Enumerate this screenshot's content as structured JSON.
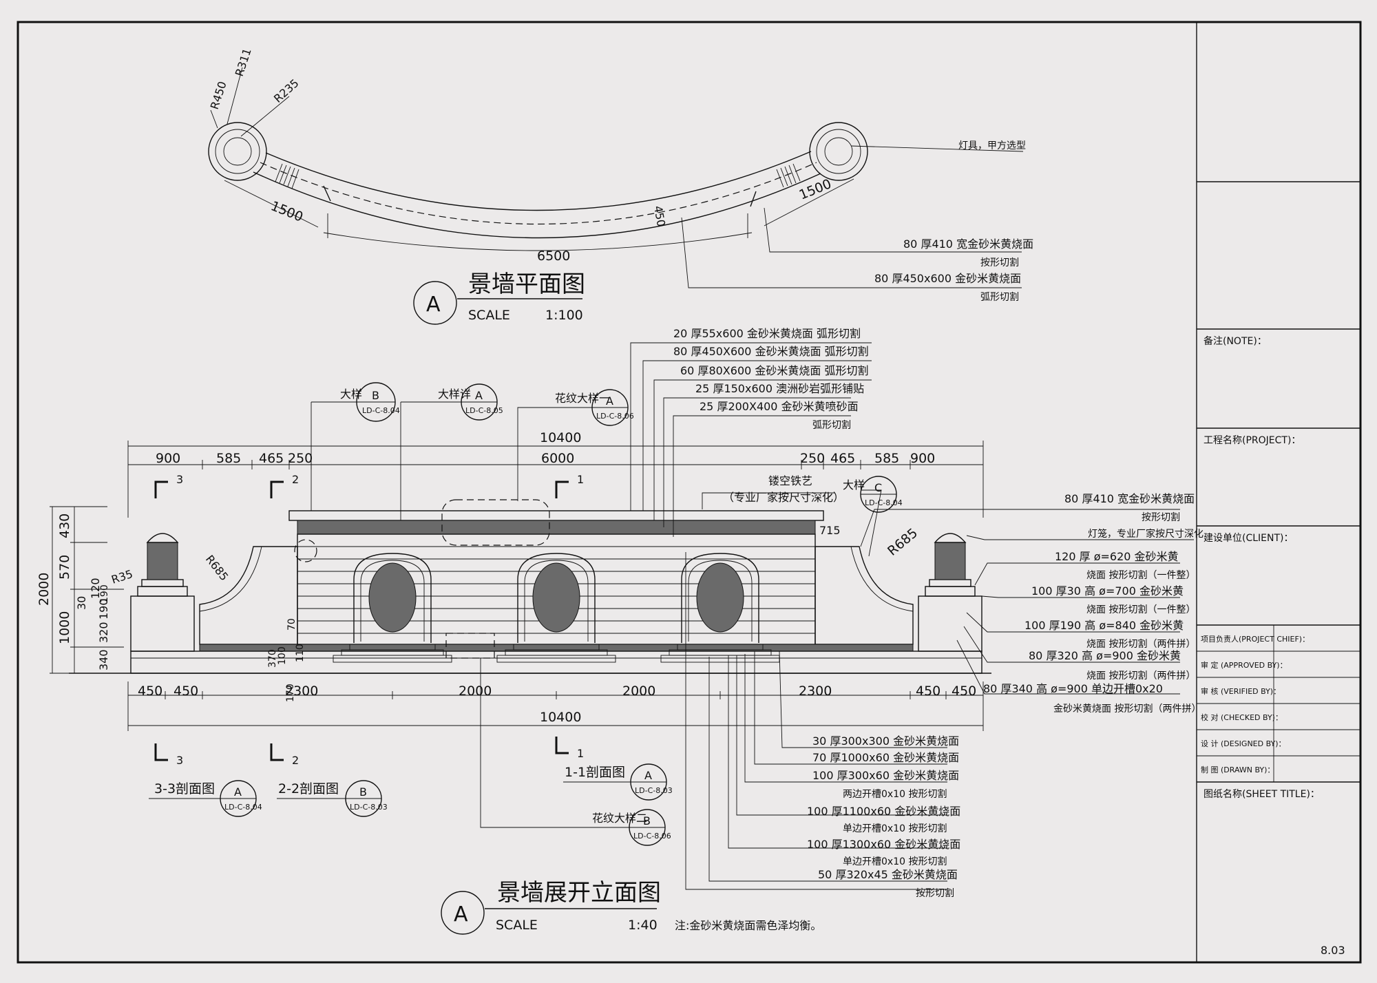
{
  "plan": {
    "title": "景墙平面图",
    "callout_letter": "A",
    "scale_label": "SCALE",
    "scale_value": "1:100",
    "radius_labels": [
      "R450",
      "R311",
      "R235"
    ],
    "dims": {
      "left": "1500",
      "right": "1500",
      "width": "450",
      "total": "6500"
    },
    "notes": [
      "灯具，甲方选型",
      "80 厚410 宽金砂米黄烧面",
      "按形切割",
      "80 厚450x600   金砂米黄烧面",
      "弧形切割"
    ]
  },
  "elevation": {
    "title": "景墙展开立面图",
    "callout_letter": "A",
    "scale_label": "SCALE",
    "scale_value": "1:40",
    "footnote": "注:金砂米黄烧面需色泽均衡。",
    "top_total": "10400",
    "top_dims": [
      "900",
      "585",
      "465",
      "250",
      "6000",
      "250",
      "465",
      "585",
      "900"
    ],
    "bottom_dims": [
      "450",
      "450",
      "2300",
      "2000",
      "2000",
      "2300",
      "450",
      "450"
    ],
    "bottom_total": "10400",
    "height_dims": [
      "430",
      "570",
      "2000",
      "30",
      "120",
      "190",
      "320",
      "1000",
      "340"
    ],
    "small_dims": [
      "R35",
      "R685",
      "R685",
      "70",
      "370",
      "100",
      "110",
      "170",
      "715",
      "190"
    ],
    "section_marks": [
      "3",
      "2",
      "1"
    ],
    "callouts": [
      {
        "label": "大样",
        "letter": "B",
        "ref": "LD-C-8.04"
      },
      {
        "label": "大样详",
        "letter": "A",
        "ref": "LD-C-8.05"
      },
      {
        "label": "花纹大样一",
        "letter": "A",
        "ref": "LD-C-8.06"
      },
      {
        "label": "大样",
        "letter": "C",
        "ref": "LD-C-8.04"
      },
      {
        "label": "3-3剖面图",
        "letter": "A",
        "ref": "LD-C-8.04"
      },
      {
        "label": "2-2剖面图",
        "letter": "B",
        "ref": "LD-C-8.03"
      },
      {
        "label": "1-1剖面图",
        "letter": "A",
        "ref": "LD-C-8.03"
      },
      {
        "label": "花纹大样二",
        "letter": "B",
        "ref": "LD-C-8.06"
      }
    ],
    "notes_top": [
      "20 厚55x600   金砂米黄烧面   弧形切割",
      "80 厚450X600   金砂米黄烧面 弧形切割",
      "60 厚80X600   金砂米黄烧面 弧形切割",
      "25 厚150x600   澳洲砂岩弧形铺贴",
      "25 厚200X400   金砂米黄喷砂面",
      "弧形切割"
    ],
    "note_iron": [
      "镂空铁艺",
      "（专业厂家按尺寸深化）"
    ],
    "notes_right": [
      "80 厚410 宽金砂米黄烧面",
      "按形切割",
      "灯笼，专业厂家按尺寸深化",
      "120 厚 ø=620   金砂米黄",
      "烧面 按形切割（一件整）",
      "100 厚30 高 ø=700   金砂米黄",
      "烧面 按形切割（一件整）",
      "100 厚190 高 ø=840   金砂米黄",
      "烧面 按形切割（两件拼）",
      "80 厚320 高 ø=900   金砂米黄",
      "烧面 按形切割（两件拼）",
      "80 厚340 高 ø=900     单边开槽0x20",
      "金砂米黄烧面 按形切割（两件拼）"
    ],
    "notes_bottom": [
      "30 厚300x300   金砂米黄烧面",
      "70 厚1000x60   金砂米黄烧面",
      "100 厚300x60   金砂米黄烧面",
      "两边开槽0x10     按形切割",
      "100 厚1100x60   金砂米黄烧面",
      "单边开槽0x10     按形切割",
      "100 厚1300x60   金砂米黄烧面",
      "单边开槽0x10     按形切割",
      "50 厚320x45   金砂米黄烧面",
      "按形切割"
    ]
  },
  "title_block": {
    "note": "备注(NOTE)：",
    "project": "工程名称(PROJECT)：",
    "client": "建设单位(CLIENT)：",
    "roles": [
      "项目负责人(PROJECT CHIEF)：",
      "审 定 (APPROVED BY)：",
      "审 核 (VERIFIED BY)：",
      "校 对 (CHECKED BY)：",
      "设 计 (DESIGNED BY)：",
      "制 图 (DRAWN BY)："
    ],
    "sheet_title": "图纸名称(SHEET TITLE)：",
    "sheet_no": "8.03"
  }
}
